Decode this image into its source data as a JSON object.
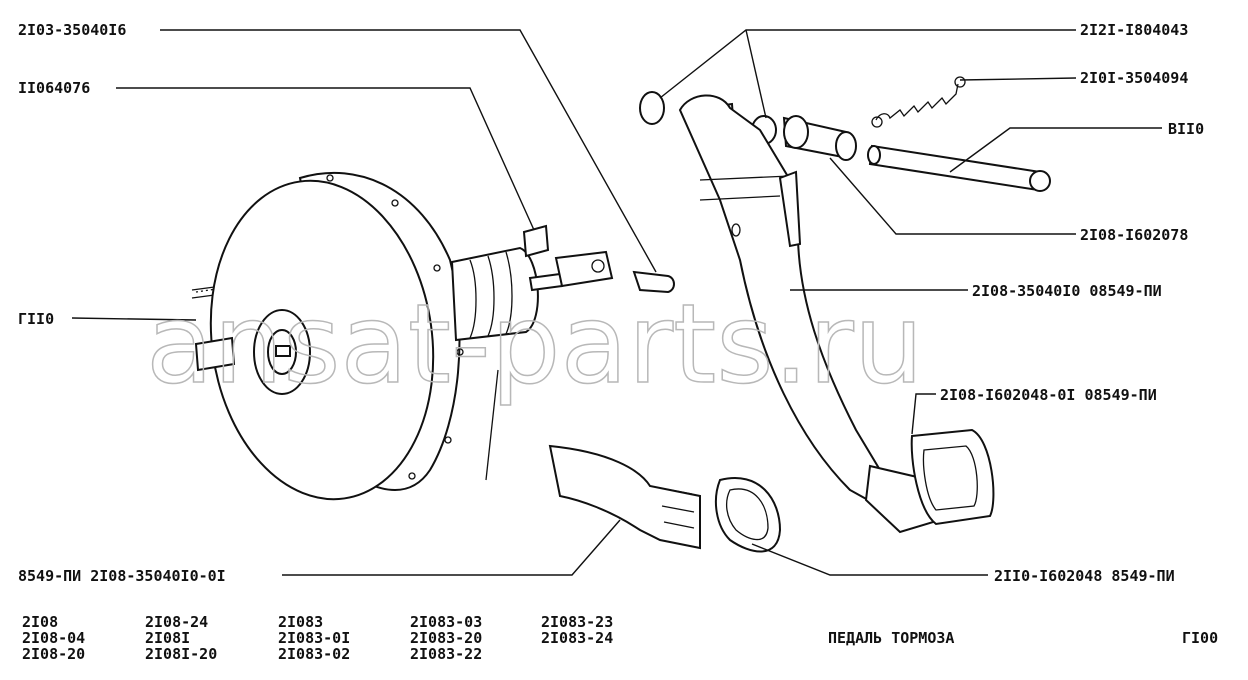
{
  "callouts": [
    {
      "id": "pushrod_pin",
      "text": "2I03-35040I6"
    },
    {
      "id": "clip",
      "text": "II064076"
    },
    {
      "id": "bushing_left",
      "text": "2I2I-I804043"
    },
    {
      "id": "spring",
      "text": "2I0I-3504094"
    },
    {
      "id": "axle",
      "text": "BII0"
    },
    {
      "id": "sleeve",
      "text": "2I08-I602078"
    },
    {
      "id": "pedal",
      "text": "2I08-35040I0 08549-ПИ"
    },
    {
      "id": "pad_right",
      "text": "2I08-I602048-0I 08549-ПИ"
    },
    {
      "id": "booster",
      "text": "ГII0"
    },
    {
      "id": "pad_curved",
      "text": "8549-ПИ 2I08-35040I0-0I"
    },
    {
      "id": "pad_middle",
      "text": "2II0-I602048 8549-ПИ"
    }
  ],
  "models": [
    [
      "2I08",
      "2I08-04",
      "2I08-20"
    ],
    [
      "2I08-24",
      "2I08I",
      "2I08I-20"
    ],
    [
      "2I083",
      "2I083-0I",
      "2I083-02"
    ],
    [
      "2I083-03",
      "2I083-20",
      "2I083-22"
    ],
    [
      "2I083-23",
      "2I083-24"
    ]
  ],
  "title": "ПЕДАЛЬ ТОРМОЗА",
  "page_code": "ГI00",
  "watermark": "ansat-parts.ru"
}
